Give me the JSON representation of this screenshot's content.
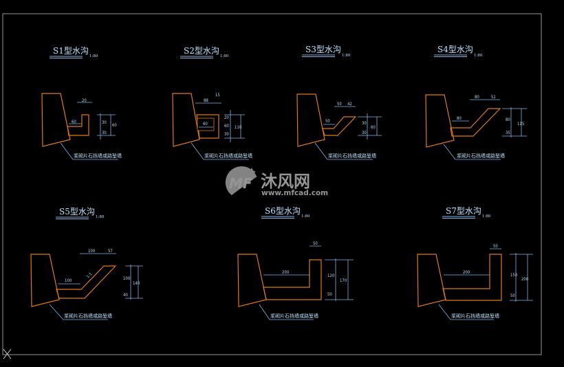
{
  "drawing": {
    "frame_color": "#9a9a9a",
    "outline_color": "#e07a1a",
    "dimension_color": "#7fb8e8",
    "background": "#000000"
  },
  "sections": [
    {
      "id": "S1",
      "title": "S1型水沟",
      "scale": "1:80",
      "note": "浆砌片石挡墙或路堑墙",
      "dims": {
        "top_width": "20",
        "bottom_width": "60",
        "depth": "30",
        "base": "30",
        "total": "60"
      }
    },
    {
      "id": "S2",
      "title": "S2型水沟",
      "scale": "1:80",
      "note": "浆砌片石挡墙或路堑墙",
      "dims": {
        "top_width": "88",
        "wall": "15",
        "inner_width": "60",
        "cover": "20",
        "depth": "60",
        "base": "30",
        "total": "110"
      }
    },
    {
      "id": "S3",
      "title": "S3型水沟",
      "scale": "1:80",
      "note": "浆砌片石挡墙或路堑墙",
      "dims": {
        "top_a": "50",
        "top_b": "42",
        "bottom_width": "50",
        "depth": "30",
        "base": "30",
        "total": "60"
      }
    },
    {
      "id": "S4",
      "title": "S4型水沟",
      "scale": "1:80",
      "note": "浆砌片石挡墙或路堑墙",
      "dims": {
        "top_a": "80",
        "top_b": "51",
        "bottom_width": "80",
        "depth": "80",
        "base": "35",
        "total": "115"
      }
    },
    {
      "id": "S5",
      "title": "S5型水沟",
      "scale": "1:80",
      "note": "浆砌片石挡墙或路堑墙",
      "dims": {
        "top_a": "100",
        "top_b": "57",
        "bottom_width": "100",
        "slope": "1:1",
        "depth": "100",
        "base": "40",
        "total": "140"
      }
    },
    {
      "id": "S6",
      "title": "S6型水沟",
      "scale": "1:80",
      "note": "浆砌片石挡墙或路堑墙",
      "dims": {
        "wall": "50",
        "bottom_width": "200",
        "depth": "120",
        "base": "50",
        "total": "170"
      }
    },
    {
      "id": "S7",
      "title": "S7型水沟",
      "scale": "1:80",
      "note": "浆砌片石挡墙或路堑墙",
      "dims": {
        "wall": "50",
        "bottom_width": "200",
        "depth": "150",
        "base": "50",
        "total": "200"
      }
    }
  ],
  "watermark": {
    "logo_text": "MF",
    "name": "沐风网",
    "url": "www.mfcad.com"
  }
}
